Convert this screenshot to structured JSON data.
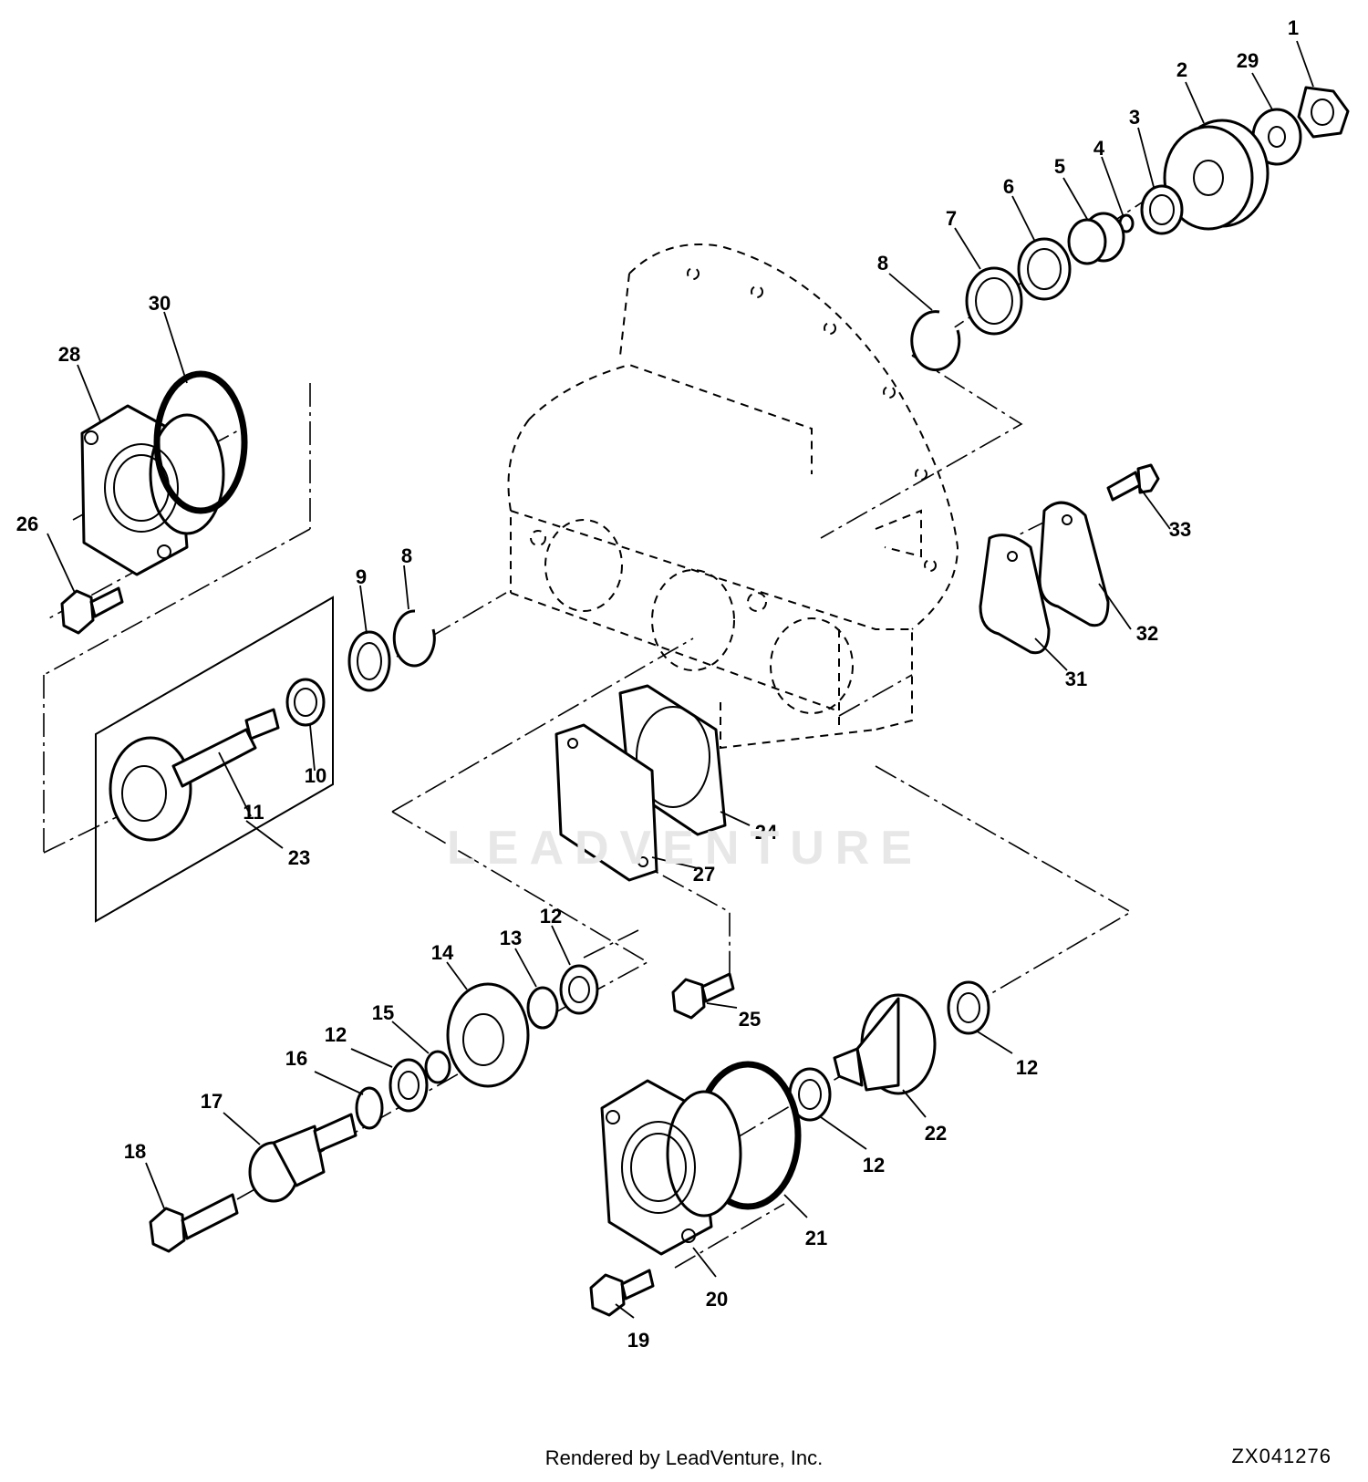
{
  "watermark": "LEADVENTURE",
  "footer": {
    "credit": "Rendered by LeadVenture, Inc.",
    "drawing_id": "ZX041276"
  },
  "callouts": [
    {
      "id": "c1",
      "label": "1"
    },
    {
      "id": "c2",
      "label": "2"
    },
    {
      "id": "c29",
      "label": "29"
    },
    {
      "id": "c3",
      "label": "3"
    },
    {
      "id": "c4",
      "label": "4"
    },
    {
      "id": "c5",
      "label": "5"
    },
    {
      "id": "c6",
      "label": "6"
    },
    {
      "id": "c7",
      "label": "7"
    },
    {
      "id": "c8a",
      "label": "8"
    },
    {
      "id": "c30",
      "label": "30"
    },
    {
      "id": "c28",
      "label": "28"
    },
    {
      "id": "c26",
      "label": "26"
    },
    {
      "id": "c9",
      "label": "9"
    },
    {
      "id": "c8b",
      "label": "8"
    },
    {
      "id": "c10",
      "label": "10"
    },
    {
      "id": "c11",
      "label": "11"
    },
    {
      "id": "c23",
      "label": "23"
    },
    {
      "id": "c33",
      "label": "33"
    },
    {
      "id": "c32",
      "label": "32"
    },
    {
      "id": "c31",
      "label": "31"
    },
    {
      "id": "c24",
      "label": "24"
    },
    {
      "id": "c27",
      "label": "27"
    },
    {
      "id": "c12a",
      "label": "12"
    },
    {
      "id": "c13",
      "label": "13"
    },
    {
      "id": "c14",
      "label": "14"
    },
    {
      "id": "c15",
      "label": "15"
    },
    {
      "id": "c12b",
      "label": "12"
    },
    {
      "id": "c16",
      "label": "16"
    },
    {
      "id": "c17",
      "label": "17"
    },
    {
      "id": "c18",
      "label": "18"
    },
    {
      "id": "c25",
      "label": "25"
    },
    {
      "id": "c12c",
      "label": "12"
    },
    {
      "id": "c22",
      "label": "22"
    },
    {
      "id": "c12d",
      "label": "12"
    },
    {
      "id": "c21",
      "label": "21"
    },
    {
      "id": "c20",
      "label": "20"
    },
    {
      "id": "c19",
      "label": "19"
    }
  ]
}
